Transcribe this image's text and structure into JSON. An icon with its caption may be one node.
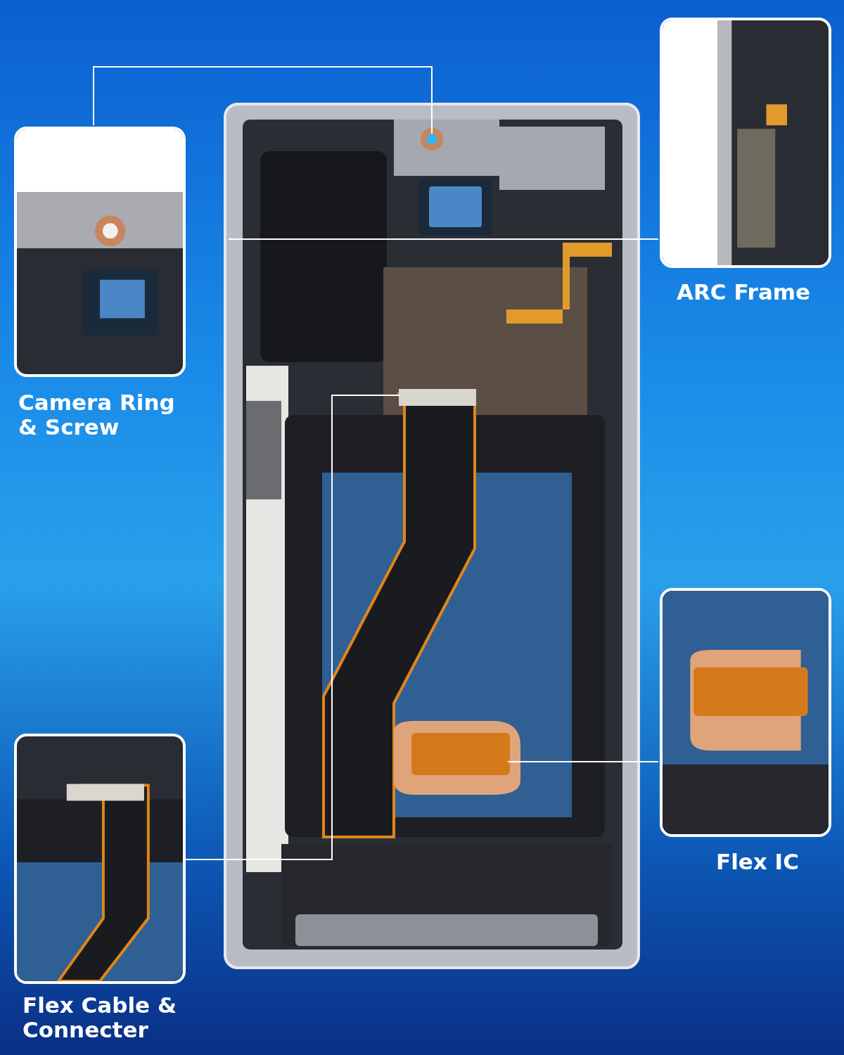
{
  "diagram": {
    "nodes": [
      {
        "text": [
          "Camera Ring & Screw"
        ]
      },
      {
        "text": [
          "ARC Frame"
        ]
      },
      {
        "text": [
          "Flex Cable & Connecter"
        ]
      },
      {
        "text": [
          "Flex IC"
        ]
      }
    ],
    "edges": [
      {
        "from": 0,
        "to": null,
        "arrow": "none"
      },
      {
        "from": 1,
        "to": null,
        "arrow": "none"
      },
      {
        "from": 2,
        "to": null,
        "arrow": "none"
      },
      {
        "from": 3,
        "to": null,
        "arrow": "none"
      }
    ]
  }
}
